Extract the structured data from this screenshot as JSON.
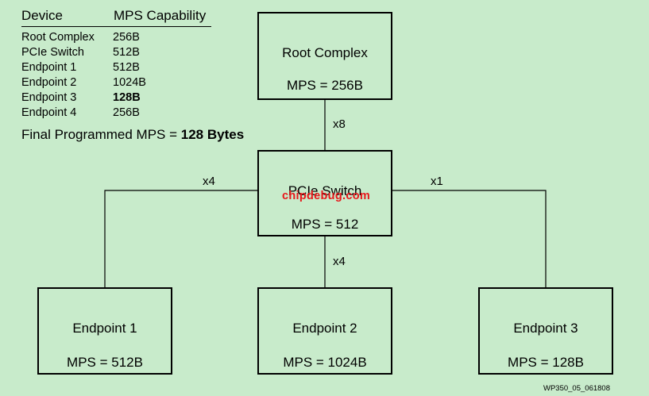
{
  "table": {
    "header_device": "Device",
    "header_mps": "MPS Capability",
    "rows": [
      {
        "device": "Root Complex",
        "mps": "256B"
      },
      {
        "device": "PCIe Switch",
        "mps": "512B"
      },
      {
        "device": "Endpoint 1",
        "mps": "512B"
      },
      {
        "device": "Endpoint 2",
        "mps": "1024B"
      },
      {
        "device": "Endpoint 3",
        "mps": "128B"
      },
      {
        "device": "Endpoint 4",
        "mps": "256B"
      }
    ],
    "final_prefix": "Final Programmed MPS = ",
    "final_value": "128 Bytes"
  },
  "nodes": {
    "root": {
      "name": "Root Complex",
      "mps": "MPS = 256B"
    },
    "switch": {
      "name": "PCIe Switch",
      "mps": "MPS = 512"
    },
    "ep1": {
      "name": "Endpoint 1",
      "mps": "MPS = 512B"
    },
    "ep2": {
      "name": "Endpoint 2",
      "mps": "MPS = 1024B"
    },
    "ep3": {
      "name": "Endpoint 3",
      "mps": "MPS = 128B"
    }
  },
  "links": {
    "root_switch": "x8",
    "switch_ep1": "x4",
    "switch_ep2": "x4",
    "switch_ep3": "x1"
  },
  "watermark": "chipdebug.com",
  "figure_id": "WP350_05_061808",
  "colors": {
    "background": "#c8ebcb",
    "watermark": "#e8171b",
    "lines": "#000000"
  }
}
